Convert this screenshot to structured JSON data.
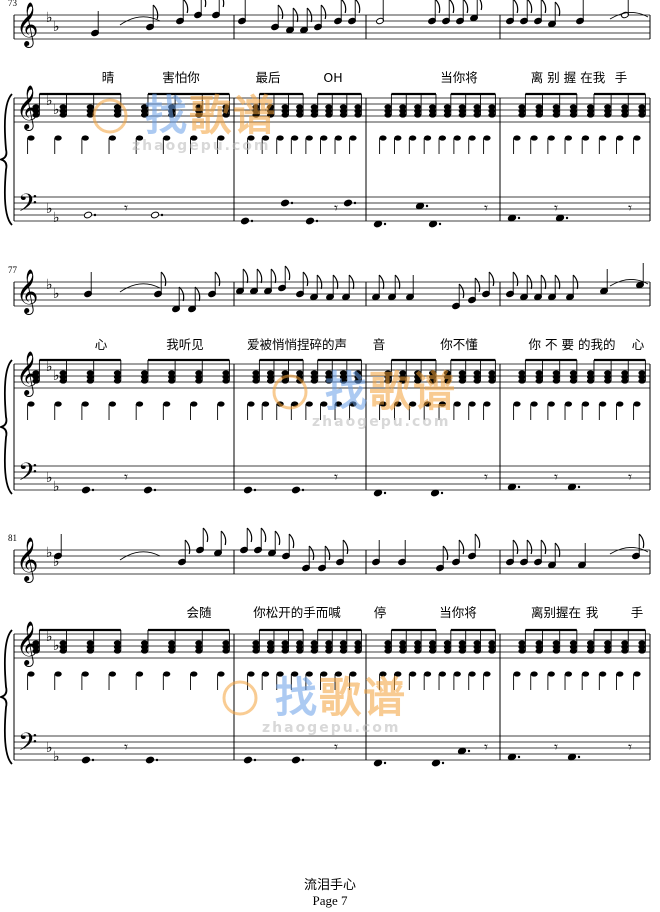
{
  "colors": {
    "ink": "#000000",
    "watermark_orange": "#f4a23a",
    "watermark_blue": "#6aa0e8",
    "watermark_grey": "#b9b9b9"
  },
  "systems": [
    {
      "measure_numbers": [
        "73"
      ],
      "lyrics": [
        "晴",
        "害怕你",
        "最后",
        "OH",
        "当你将",
        "离 别 握 在我",
        "手"
      ]
    },
    {
      "measure_numbers": [
        "77"
      ],
      "lyrics": [
        "心",
        "我听见",
        "爱被悄悄捏碎的声",
        "音",
        "你不懂",
        "你 不 要 的我的",
        "心"
      ]
    },
    {
      "measure_numbers": [
        "81"
      ],
      "lyrics": [
        "会随",
        "你松开的手而喊",
        "停",
        "当你将",
        "离别握在",
        "我",
        "手"
      ]
    }
  ],
  "watermark": {
    "logo_chars": "找歌谱",
    "url": "zhaogepu.com"
  },
  "footer": {
    "title": "流泪手心",
    "page": "Page 7"
  }
}
